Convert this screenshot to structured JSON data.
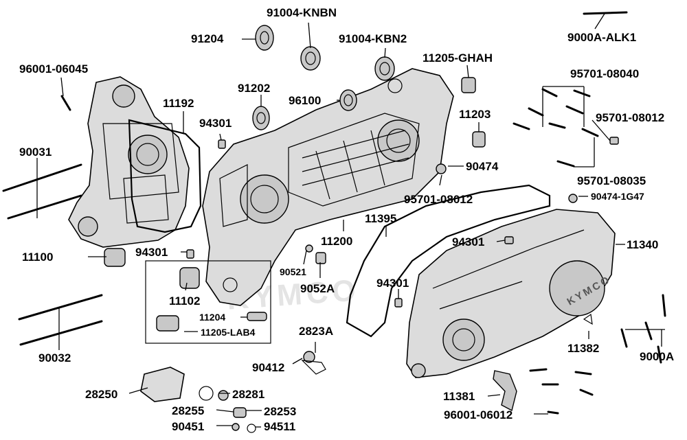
{
  "watermark": "KYMCO",
  "cover_logo": "KYMCO",
  "parts": [
    {
      "id": "p1",
      "code": "91004-KNBN"
    },
    {
      "id": "p2",
      "code": "91204"
    },
    {
      "id": "p3",
      "code": "91004-KBN2"
    },
    {
      "id": "p4",
      "code": "9000A-ALK1"
    },
    {
      "id": "p5",
      "code": "96001-06045"
    },
    {
      "id": "p6",
      "code": "11205-GHAH"
    },
    {
      "id": "p7",
      "code": "95701-08040"
    },
    {
      "id": "p8",
      "code": "91202"
    },
    {
      "id": "p9",
      "code": "11192"
    },
    {
      "id": "p10",
      "code": "96100"
    },
    {
      "id": "p11",
      "code": "94301"
    },
    {
      "id": "p12",
      "code": "11203"
    },
    {
      "id": "p13",
      "code": "95701-08012"
    },
    {
      "id": "p14",
      "code": "90031"
    },
    {
      "id": "p15",
      "code": "90474"
    },
    {
      "id": "p16",
      "code": "95701-08035"
    },
    {
      "id": "p17",
      "code": "95701-08012"
    },
    {
      "id": "p18",
      "code": "90474-1G47"
    },
    {
      "id": "p19",
      "code": "11395"
    },
    {
      "id": "p20",
      "code": "11200"
    },
    {
      "id": "p21",
      "code": "94301"
    },
    {
      "id": "p22",
      "code": "11340"
    },
    {
      "id": "p23",
      "code": "11100"
    },
    {
      "id": "p24",
      "code": "94301"
    },
    {
      "id": "p25",
      "code": "90521"
    },
    {
      "id": "p26",
      "code": "9052A"
    },
    {
      "id": "p27",
      "code": "94301"
    },
    {
      "id": "p28",
      "code": "11102"
    },
    {
      "id": "p29",
      "code": "11204"
    },
    {
      "id": "p30",
      "code": "2823A"
    },
    {
      "id": "p31",
      "code": "11205-LAB4"
    },
    {
      "id": "p32",
      "code": "11382"
    },
    {
      "id": "p33",
      "code": "9000A"
    },
    {
      "id": "p34",
      "code": "90032"
    },
    {
      "id": "p35",
      "code": "90412"
    },
    {
      "id": "p36",
      "code": "28250"
    },
    {
      "id": "p37",
      "code": "28281"
    },
    {
      "id": "p38",
      "code": "11381"
    },
    {
      "id": "p39",
      "code": "28255"
    },
    {
      "id": "p40",
      "code": "28253"
    },
    {
      "id": "p41",
      "code": "96001-06012"
    },
    {
      "id": "p42",
      "code": "90451"
    },
    {
      "id": "p43",
      "code": "94511"
    }
  ]
}
